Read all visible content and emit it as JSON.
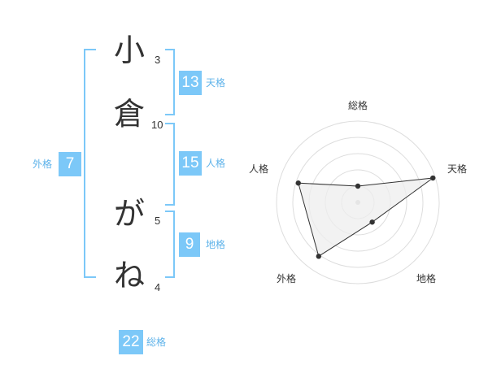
{
  "name_chars": [
    {
      "char": "小",
      "strokes": "3"
    },
    {
      "char": "倉",
      "strokes": "10"
    },
    {
      "char": "が",
      "strokes": "5"
    },
    {
      "char": "ね",
      "strokes": "4"
    }
  ],
  "kakusu": {
    "tenkaku": {
      "value": "13",
      "label": "天格"
    },
    "jinkaku": {
      "value": "15",
      "label": "人格"
    },
    "chikaku": {
      "value": "9",
      "label": "地格"
    },
    "gaikaku": {
      "value": "7",
      "label": "外格"
    },
    "soukaku": {
      "value": "22",
      "label": "総格"
    }
  },
  "colors": {
    "accent": "#7cc8f8",
    "accent_text": "#5fb3ea",
    "polygon_fill": "#eeeeee",
    "ring": "#dddddd"
  },
  "chart_data": {
    "type": "radar",
    "axes": [
      "総格",
      "天格",
      "地格",
      "外格",
      "人格"
    ],
    "values": [
      0.2,
      0.97,
      0.3,
      0.82,
      0.77
    ],
    "range": [
      0,
      1
    ],
    "rings": 5
  }
}
